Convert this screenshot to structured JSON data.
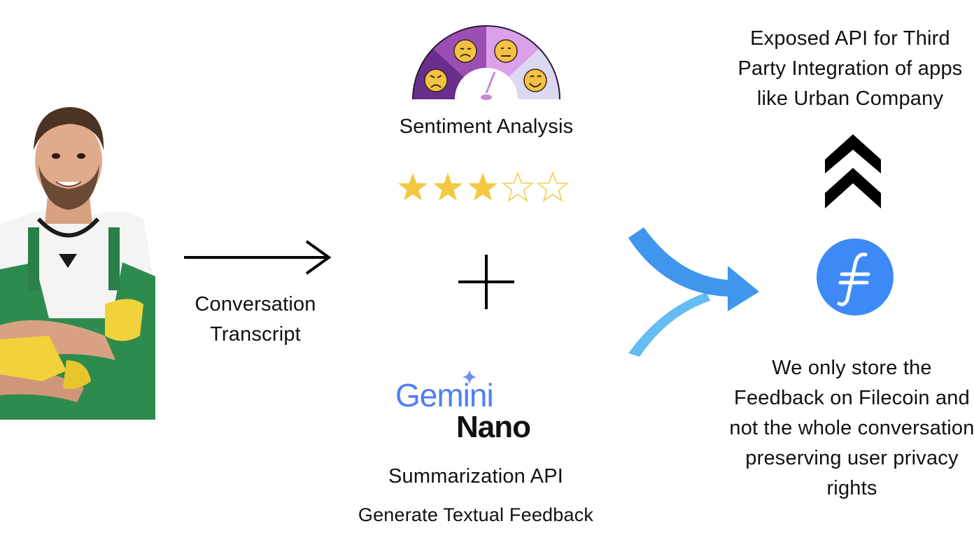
{
  "flow": {
    "input_label": "Conversation\nTranscript",
    "sentiment": {
      "title": "Sentiment Analysis",
      "rating": 3,
      "max_rating": 5,
      "star_filled_color": "#f5c842",
      "star_empty_color": "#f2c94c"
    },
    "summarization": {
      "logo_line1": "Gemini",
      "logo_line2": "Nano",
      "title": "Summarization API",
      "subtitle": "Generate Textual Feedback"
    },
    "output": {
      "api_text": "Exposed API for Third Party Integration of apps like Urban Company",
      "storage_text": "We only store the Feedback on Filecoin and not the whole conversation preserving user privacy rights",
      "filecoin_icon": "filecoin-logo-icon",
      "filecoin_color": "#3d8af7"
    }
  },
  "colors": {
    "merge_arrow_dark": "#3f96ec",
    "merge_arrow_light": "#64bdf2",
    "gemini_blue": "#4f7ef2"
  }
}
